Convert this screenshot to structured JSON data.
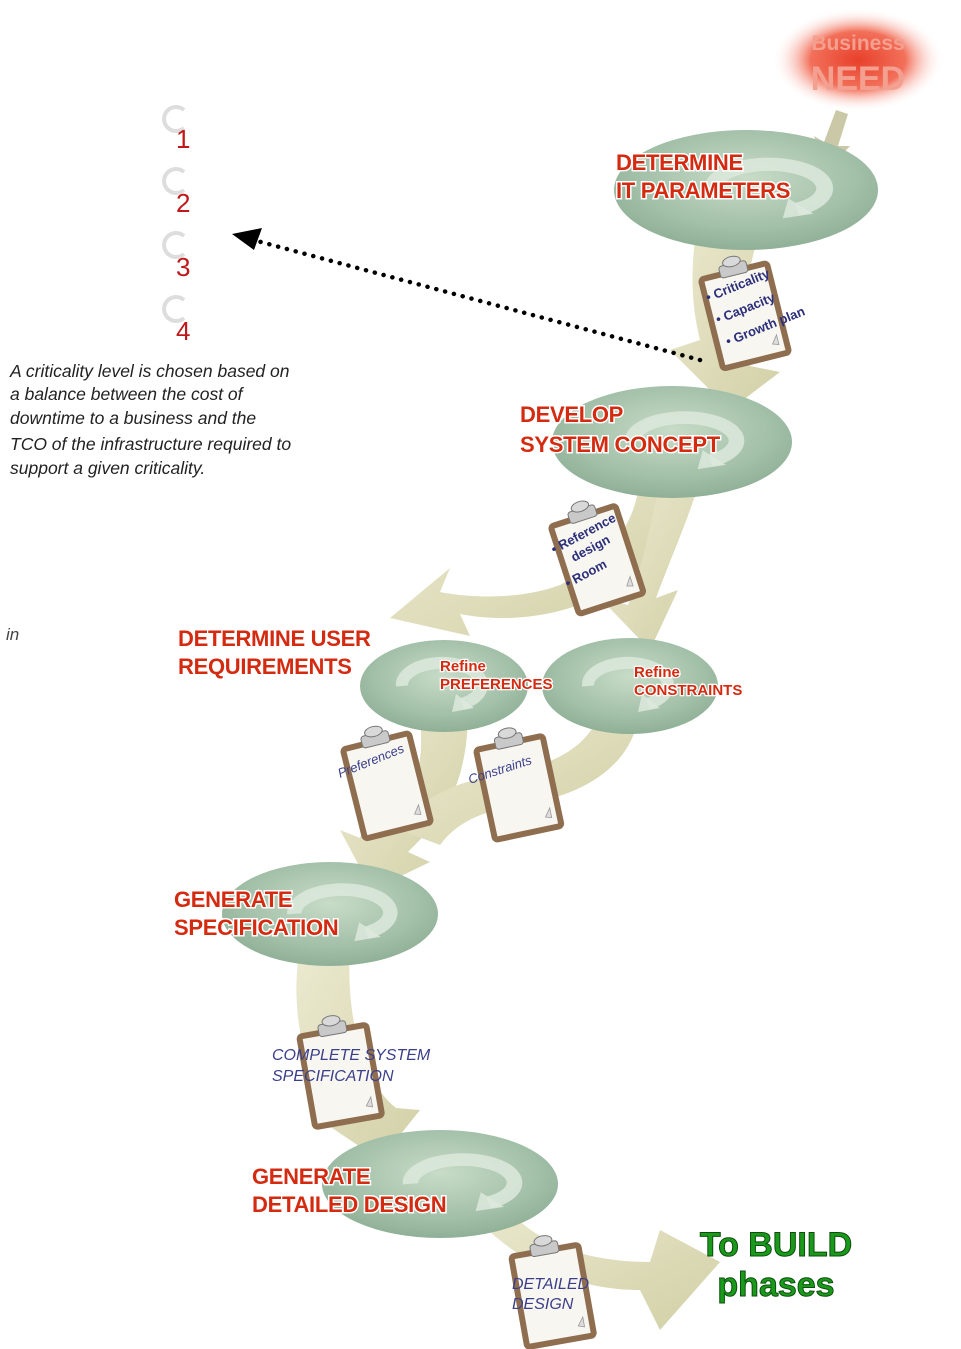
{
  "business_need": {
    "line1": "Business",
    "line2": "NEED"
  },
  "stages": {
    "it_parameters": {
      "line1": "DETERMINE",
      "line2": "IT PARAMETERS"
    },
    "system_concept": {
      "line1": "DEVELOP",
      "line2": "SYSTEM CONCEPT"
    },
    "user_requirements": {
      "line1": "DETERMINE USER",
      "line2": "REQUIREMENTS"
    },
    "refine_preferences": {
      "line1": "Refine",
      "line2": "PREFERENCES"
    },
    "refine_constraints": {
      "line1": "Refine",
      "line2": "CONSTRAINTS"
    },
    "specification": {
      "line1": "GENERATE",
      "line2": "SPECIFICATION"
    },
    "detailed_design": {
      "line1": "GENERATE",
      "line2": "DETAILED DESIGN"
    }
  },
  "clipboards": {
    "it_parameters": [
      "• Criticality",
      "• Capacity",
      "• Growth plan"
    ],
    "system_concept": [
      "• Reference",
      "design",
      "• Room"
    ],
    "preferences": "Preferences",
    "constraints": "Constraints",
    "specification": [
      "COMPLETE SYSTEM",
      "SPECIFICATION"
    ],
    "detailed_design": [
      "DETAILED",
      "DESIGN"
    ]
  },
  "criticality_levels": [
    "1",
    "2",
    "3",
    "4"
  ],
  "criticality_note": [
    "A criticality level is chosen based on",
    "a balance between the cost of",
    "downtime to a business and the",
    "TCO of the infrastructure required to",
    "support a given criticality."
  ],
  "stray_text": "in",
  "to_build": {
    "line1": "To BUILD",
    "line2": "phases"
  },
  "colors": {
    "flow_arrow": "#dcdab8",
    "disc": "#9fbea6",
    "disc_inner": "#c6dcc8",
    "stage_text": "#d42a10",
    "doc_text": "#2c2f7a",
    "level_number": "#c0181a",
    "build_text": "#1a9a1a",
    "clipboard_frame": "#9b7a5a"
  }
}
